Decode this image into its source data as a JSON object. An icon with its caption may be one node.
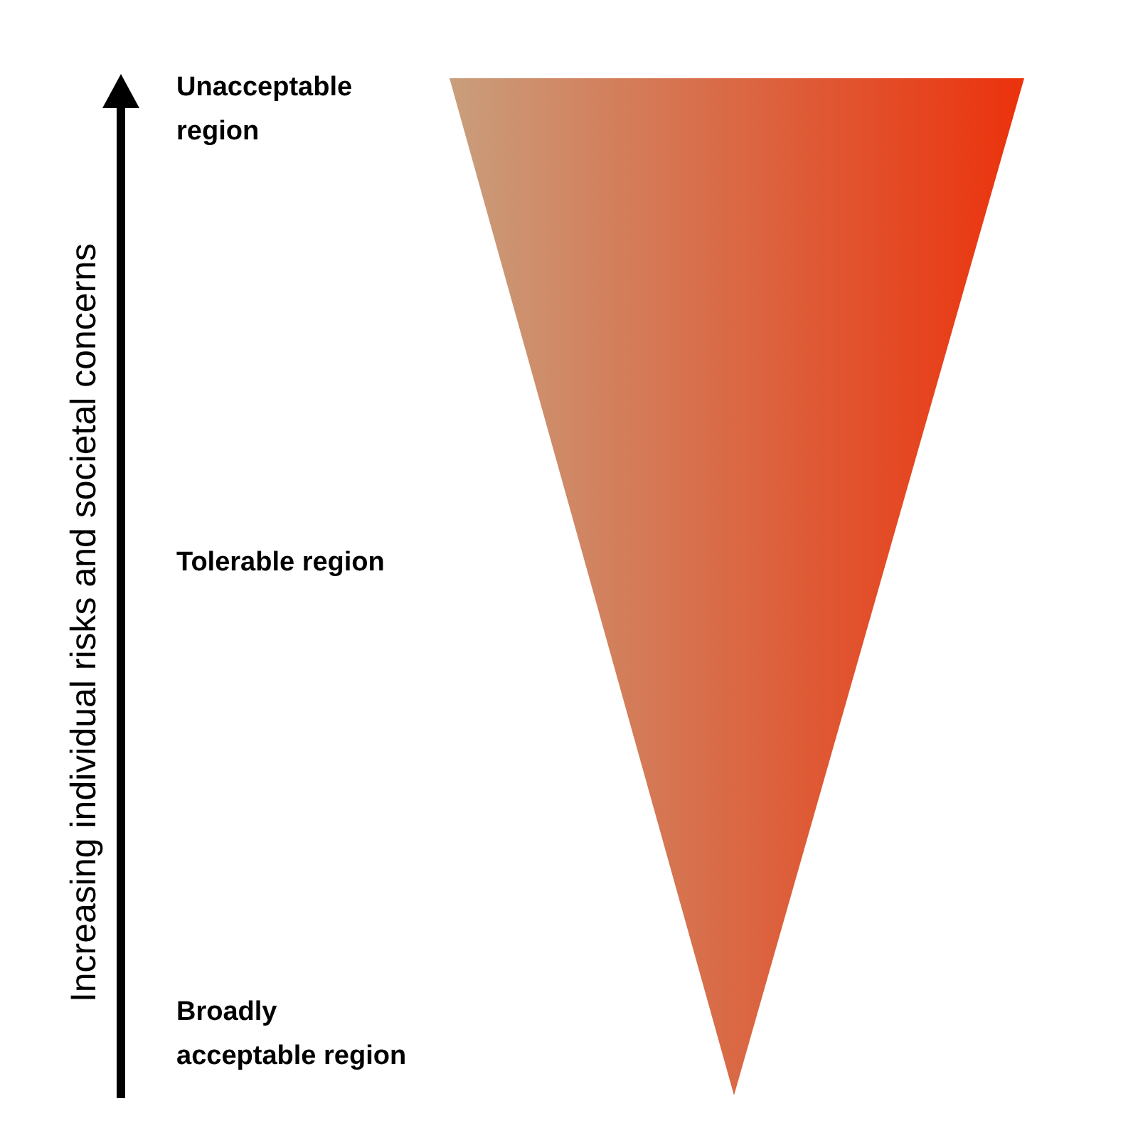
{
  "diagram": {
    "labels": [
      "Increasing individual risks and societal concerns",
      "Unacceptable region",
      "Tolerable region",
      "Broadly acceptable region"
    ]
  }
}
